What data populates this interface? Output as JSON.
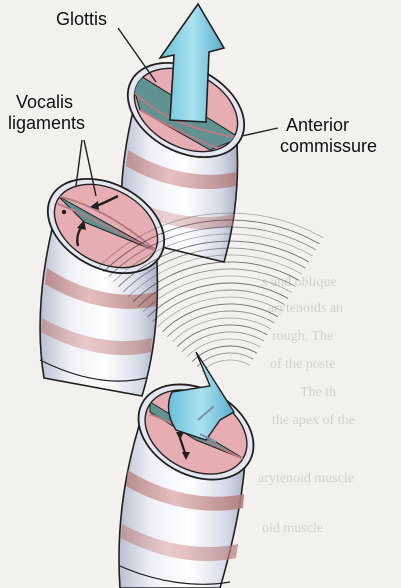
{
  "labels": {
    "glottis": "Glottis",
    "vocalis_line1": "Vocalis",
    "vocalis_line2": "ligaments",
    "anterior_line1": "Anterior",
    "anterior_line2": "commissure"
  },
  "background_text": [
    "s and oblique",
    "arytenoids an",
    "rough. The",
    "of the poste",
    "The th",
    "the apex of the",
    "arytenoid muscle",
    "oid muscle"
  ],
  "colors": {
    "background": "#f3f1ee",
    "tube": "#eef0f6",
    "tube_shadow": "#b9bfd0",
    "ring_band": "#d4a3a3",
    "vocal_fold": "#e6adb2",
    "glottis_gap": "#5f9290",
    "arrow": "#8dd3e6",
    "outline": "#1f1f1f"
  }
}
